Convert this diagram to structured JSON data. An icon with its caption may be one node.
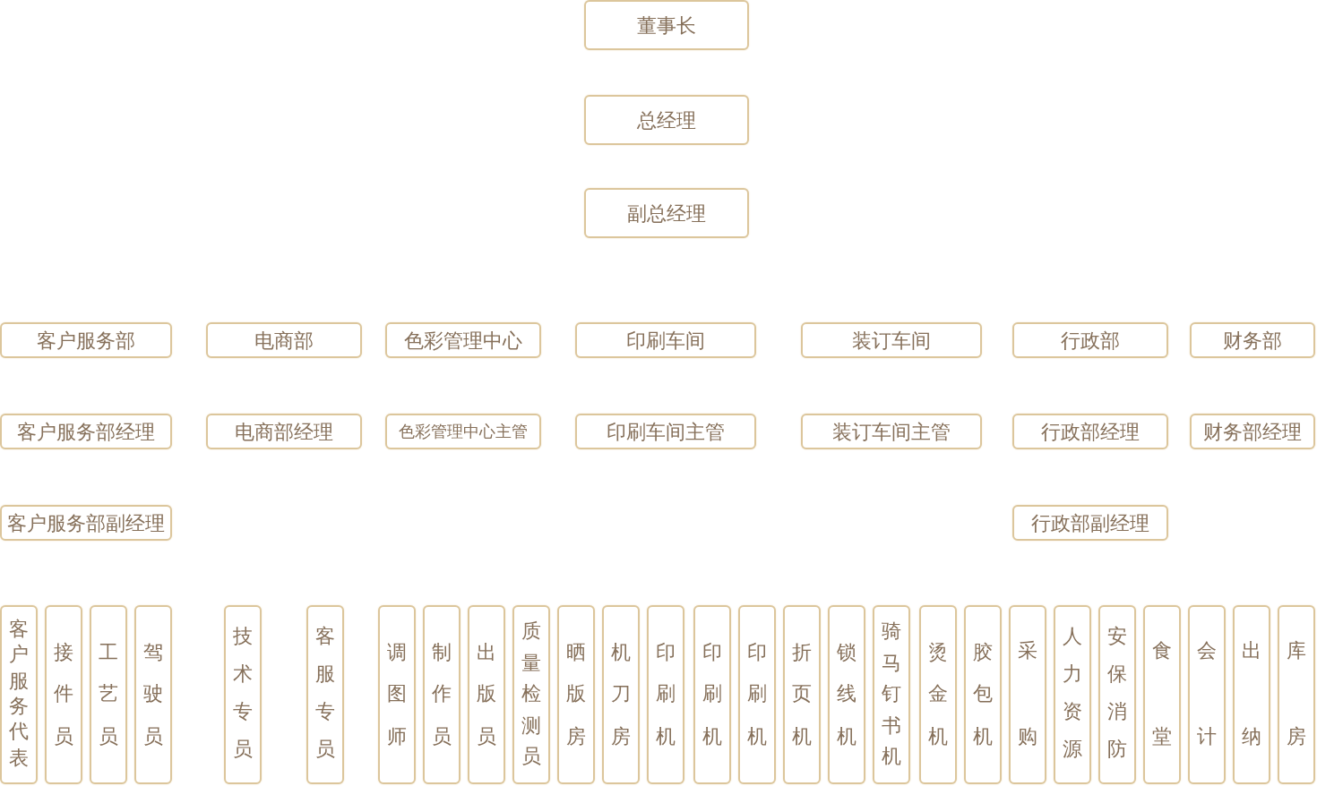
{
  "diagram": {
    "nodes": [
      {
        "text": [
          "董事长"
        ]
      },
      {
        "text": [
          "总经理"
        ]
      },
      {
        "text": [
          "副总经理"
        ]
      },
      {
        "text": [
          "客户服务部"
        ]
      },
      {
        "text": [
          "电商部"
        ]
      },
      {
        "text": [
          "色彩管理中心"
        ]
      },
      {
        "text": [
          "印刷车间"
        ]
      },
      {
        "text": [
          "装订车间"
        ]
      },
      {
        "text": [
          "行政部"
        ]
      },
      {
        "text": [
          "财务部"
        ]
      },
      {
        "text": [
          "客户服务部经理"
        ]
      },
      {
        "text": [
          "电商部经理"
        ]
      },
      {
        "text": [
          "色彩管理中心主管"
        ]
      },
      {
        "text": [
          "印刷车间主管"
        ]
      },
      {
        "text": [
          "装订车间主管"
        ]
      },
      {
        "text": [
          "行政部经理"
        ]
      },
      {
        "text": [
          "财务部经理"
        ]
      },
      {
        "text": [
          "客户服务部副经理"
        ]
      },
      {
        "text": [
          "行政部副经理"
        ]
      },
      {
        "text": [
          "客户服务代表"
        ]
      },
      {
        "text": [
          "接件员"
        ]
      },
      {
        "text": [
          "工艺员"
        ]
      },
      {
        "text": [
          "驾驶员"
        ]
      },
      {
        "text": [
          "技术专员"
        ]
      },
      {
        "text": [
          "客服专员"
        ]
      },
      {
        "text": [
          "调图师"
        ]
      },
      {
        "text": [
          "制作员"
        ]
      },
      {
        "text": [
          "出版员"
        ]
      },
      {
        "text": [
          "质量检测员"
        ]
      },
      {
        "text": [
          "晒版房"
        ]
      },
      {
        "text": [
          "机刀房"
        ]
      },
      {
        "text": [
          "印刷机"
        ]
      },
      {
        "text": [
          "印刷机"
        ]
      },
      {
        "text": [
          "印刷机"
        ]
      },
      {
        "text": [
          "折页机"
        ]
      },
      {
        "text": [
          "锁线机"
        ]
      },
      {
        "text": [
          "骑马钉书机"
        ]
      },
      {
        "text": [
          "烫金机"
        ]
      },
      {
        "text": [
          "胶包机"
        ]
      },
      {
        "text": [
          "采购"
        ]
      },
      {
        "text": [
          "人力资源"
        ]
      },
      {
        "text": [
          "安保消防"
        ]
      },
      {
        "text": [
          "食堂"
        ]
      },
      {
        "text": [
          "会计"
        ]
      },
      {
        "text": [
          "出纳"
        ]
      },
      {
        "text": [
          "库房"
        ]
      }
    ]
  }
}
